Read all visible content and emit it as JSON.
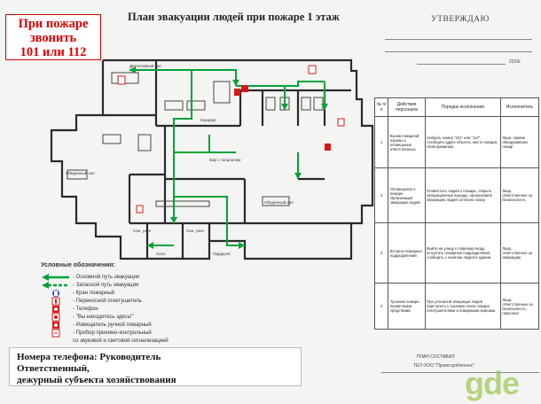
{
  "fire_call": {
    "line1": "При пожаре",
    "line2": "звонить",
    "line3": "101 или 112"
  },
  "title": "План эвакуации людей при пожаре 1 этаж",
  "approve": {
    "heading": "УТВЕРЖДАЮ",
    "year_suffix": "2016г."
  },
  "rooms": {
    "dept": "Детективный зал",
    "corridor": "Коридор",
    "bar": "Бар с\nтанцполом",
    "dining_left": "Обеденный зал",
    "dining_right": "Обеденный зал",
    "wc1": "Сан. узел",
    "wc2": "Сан. узел",
    "hall": "Холл",
    "wardrobe": "Гардероб"
  },
  "legend": {
    "title": "Условные обозначения:",
    "items": [
      {
        "icon": "main-route-arrow-icon",
        "label": "- Основной путь эвакуации"
      },
      {
        "icon": "spare-route-arrow-icon",
        "label": "- Запасной путь эвакуации"
      },
      {
        "icon": "fire-hydrant-icon",
        "label": "- Кран пожарный"
      },
      {
        "icon": "fire-extinguisher-icon",
        "label": "- Переносной огнетушитель"
      },
      {
        "icon": "telephone-icon",
        "label": "- Телефон"
      },
      {
        "icon": "you-are-here-icon",
        "label": "- \"Вы находитесь здесь!\""
      },
      {
        "icon": "manual-alarm-icon",
        "label": "- Извещатель ручной пожарный"
      },
      {
        "icon": "control-device-icon",
        "label": "- Прибор приемно-контрольный"
      },
      {
        "icon": "",
        "label": "со звуковой и световой сигнализацией"
      }
    ]
  },
  "phone": {
    "line1": "Номера телефона: Руководитель",
    "line2": "Ответственный,",
    "line3": "дежурный субъекта хозяйствования"
  },
  "table": {
    "headers": [
      "№ п/п",
      "Действия персонала",
      "Порядок исполнения",
      "Исполнитель"
    ],
    "rows": [
      {
        "n": "1",
        "action": "Вызов пожарной охраны и оповещение ответственных",
        "order": "Набрать номер \"101\" или \"112\". Сообщить адрес объекта, место пожара, свою фамилию.",
        "exec": "Лицо, первое обнаружившее пожар"
      },
      {
        "n": "2",
        "action": "Оповещение о пожаре. Организация эвакуации людей",
        "order": "Оповестить людей о пожаре, открыть эвакуационные выходы, организовать эвакуацию людей согласно плану.",
        "exec": "Лицо, ответственное за безопасность"
      },
      {
        "n": "3",
        "action": "Встреча пожарных подразделений",
        "order": "Выйти на улицу к главному входу, встретить пожарные подразделения, сообщить о наличии людей в здании.",
        "exec": "Лицо, ответственное за эвакуацию"
      },
      {
        "n": "4",
        "action": "Тушение пожара первичными средствами",
        "order": "При успешной эвакуации людей приступить к тушению очага пожара огнетушителями и пожарными кранами.",
        "exec": "Лица, ответственные за безопасность, персонал"
      }
    ]
  },
  "compiled": {
    "heading": "ПЛАН СОСТАВИЛ",
    "org": "ТЕП ООО \"Промстройтехнос\""
  },
  "watermark": "gde",
  "colors": {
    "route": "#00a33a",
    "wall": "#2a2a2a",
    "fire": "#d81818",
    "blue": "#2a4cd6"
  }
}
